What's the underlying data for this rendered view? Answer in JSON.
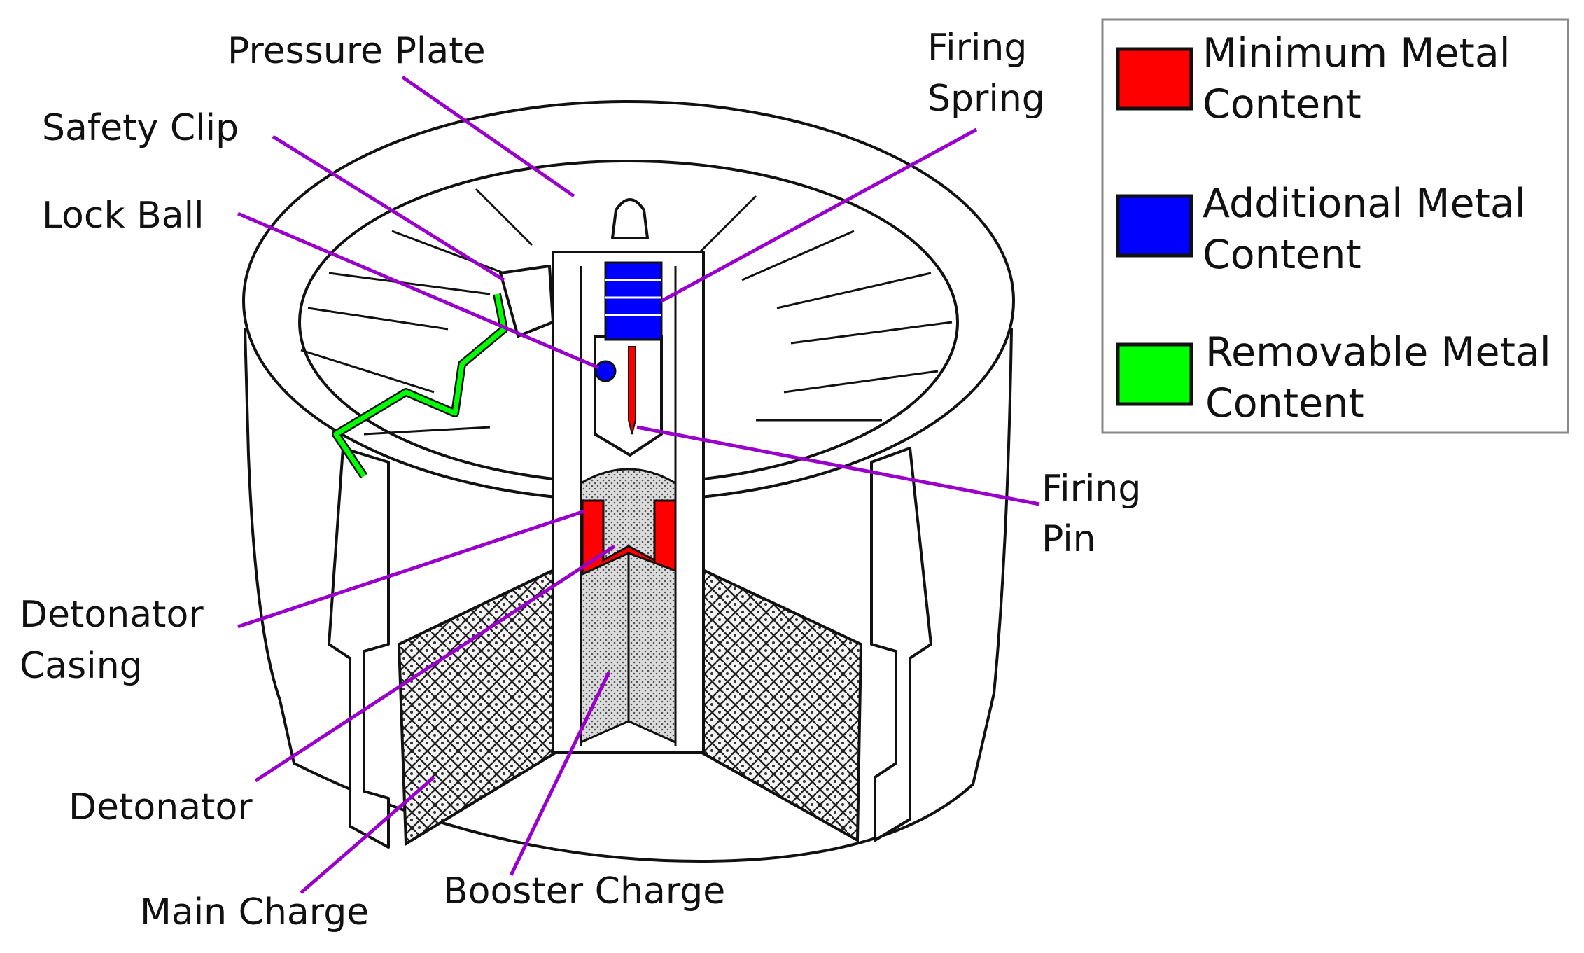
{
  "colors": {
    "leader": "#9900cc",
    "minimum_metal": "#ff0000",
    "additional_metal": "#0000ff",
    "removable_metal": "#00ff00"
  },
  "labels": {
    "pressure_plate": "Pressure Plate",
    "safety_clip": "Safety Clip",
    "lock_ball": "Lock Ball",
    "firing_spring_line1": "Firing",
    "firing_spring_line2": "Spring",
    "firing_pin_line1": "Firing",
    "firing_pin_line2": "Pin",
    "detonator_casing_line1": "Detonator",
    "detonator_casing_line2": "Casing",
    "detonator": "Detonator",
    "main_charge": "Main Charge",
    "booster_charge": "Booster Charge"
  },
  "legend": {
    "items": [
      {
        "line1": "Minimum Metal",
        "line2": "Content",
        "color": "#ff0000"
      },
      {
        "line1": "Additional Metal",
        "line2": "Content",
        "color": "#0000ff"
      },
      {
        "line1": "Removable Metal",
        "line2": "Content",
        "color": "#00ff00"
      }
    ]
  }
}
